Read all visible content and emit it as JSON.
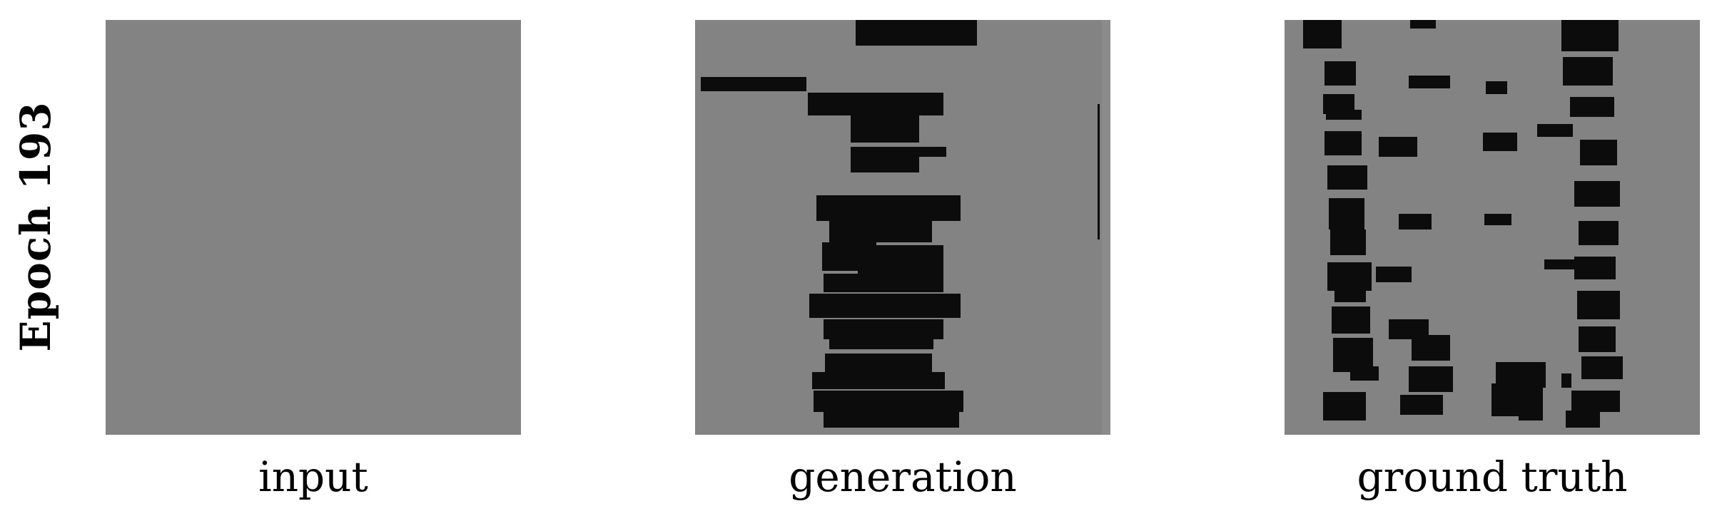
{
  "row_label": "Epoch 193",
  "panels": [
    {
      "id": "input",
      "caption": "input"
    },
    {
      "id": "generation",
      "caption": "generation"
    },
    {
      "id": "ground_truth",
      "caption": "ground truth"
    }
  ],
  "colors": {
    "background": "#ffffff",
    "panel_gray": "#838383",
    "block": "#0c0c0c",
    "text": "#000000"
  }
}
